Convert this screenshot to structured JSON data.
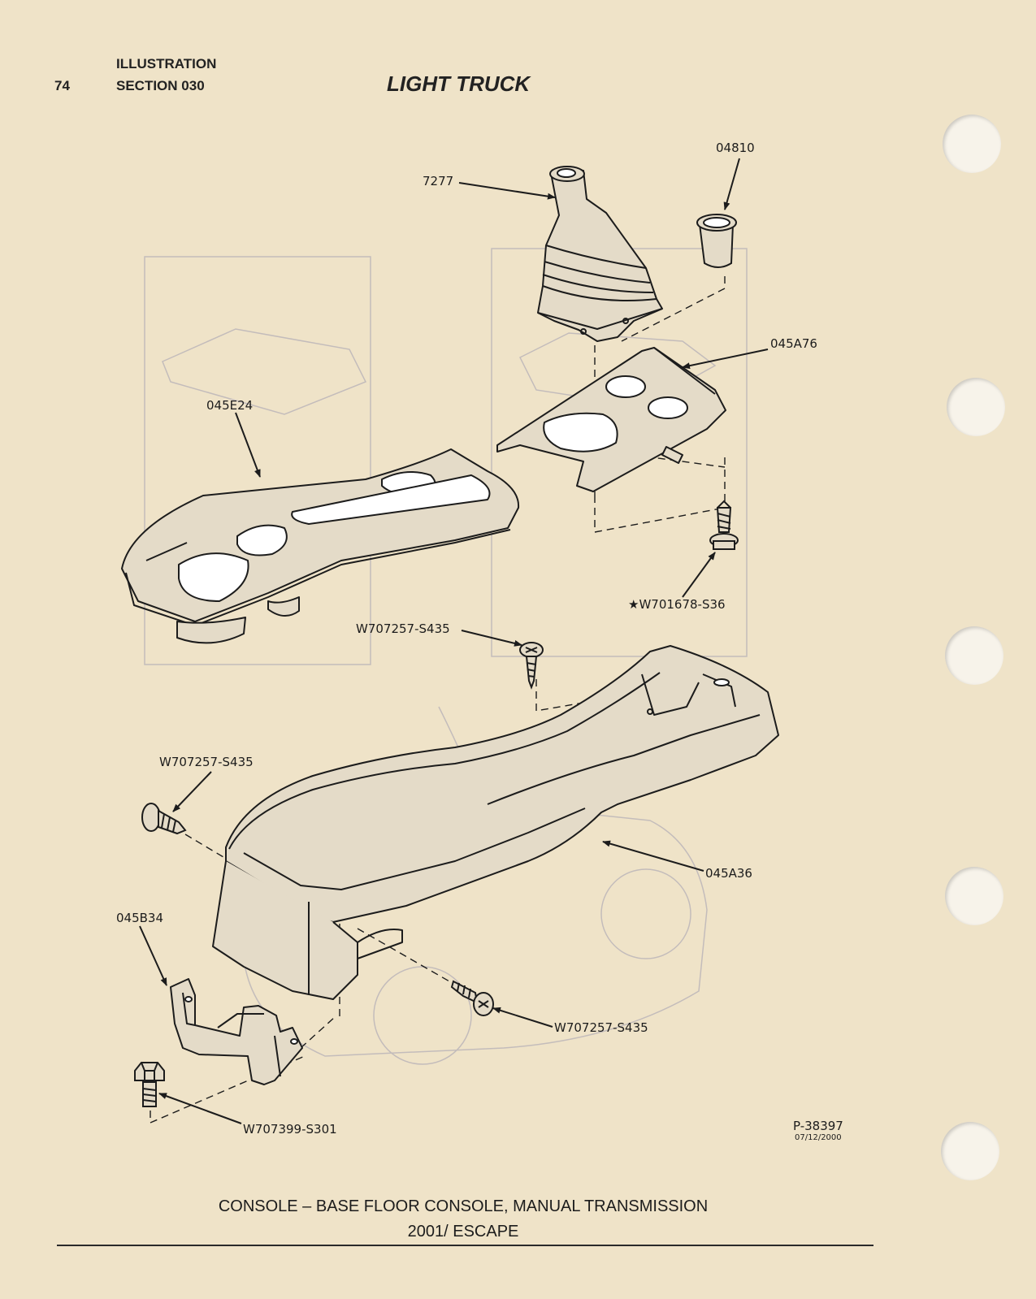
{
  "header": {
    "page_number": "74",
    "illustration_label": "ILLUSTRATION",
    "section_label": "SECTION 030",
    "title": "LIGHT TRUCK"
  },
  "parts": [
    {
      "id": "shift-boot",
      "label": "7277"
    },
    {
      "id": "cup-insert",
      "label": "04810"
    },
    {
      "id": "shifter-bezel",
      "label": "045A76"
    },
    {
      "id": "top-panel",
      "label": "045E24"
    },
    {
      "id": "bezel-screw",
      "label": "★W701678-S36"
    },
    {
      "id": "console-screw-top",
      "label": "W707257-S435"
    },
    {
      "id": "console-screw-left",
      "label": "W707257-S435"
    },
    {
      "id": "console-body",
      "label": "045A36"
    },
    {
      "id": "rear-bracket",
      "label": "045B34"
    },
    {
      "id": "console-screw-rear",
      "label": "W707257-S435"
    },
    {
      "id": "bracket-bolt",
      "label": "W707399-S301"
    }
  ],
  "drawing_code": "P-38397",
  "drawing_date": "07/12/2000",
  "caption": {
    "line1": "CONSOLE – BASE FLOOR CONSOLE, MANUAL TRANSMISSION",
    "line2": "2001/ ESCAPE"
  },
  "colors": {
    "paper": "#efe3c8",
    "ink": "#1c1c1c",
    "part_fill": "#e4dbc8",
    "bleed_through": "#b9b3b8"
  }
}
